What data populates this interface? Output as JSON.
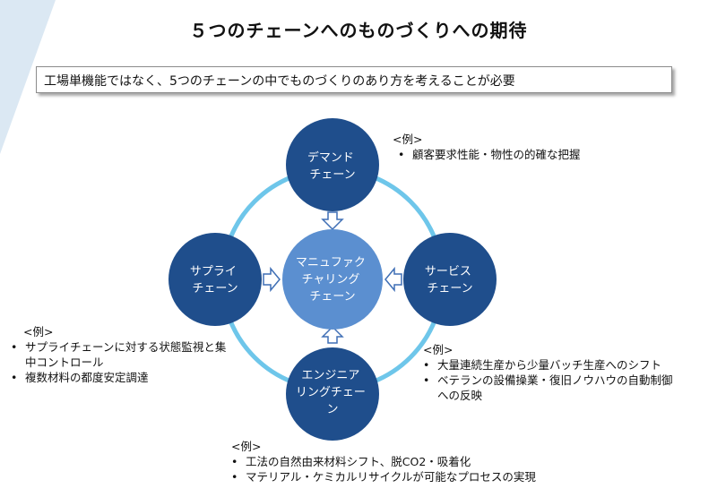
{
  "title": "５つのチェーンへのものづくりへの期待",
  "subtitle": "工場単機能ではなく、5つのチェーンの中でものづくりのあり方を考えることが必要",
  "colors": {
    "ring": "#6ec6ea",
    "outer_circle": "#1f4e8c",
    "center_circle": "#5b8fd0",
    "arrow_outline": "#3f6fb5"
  },
  "nodes": {
    "demand": [
      "デマンド",
      "チェーン"
    ],
    "supply": [
      "サプライ",
      "チェーン"
    ],
    "service": [
      "サービス",
      "チェーン"
    ],
    "engineering": [
      "エンジニア",
      "リングチェー",
      "ン"
    ],
    "manufacturing": [
      "マニュファク",
      "チャリング",
      "チェーン"
    ]
  },
  "examples": {
    "demand": {
      "head": "<例>",
      "items": [
        "顧客要求性能・物性の的確な把握"
      ]
    },
    "supply": {
      "head": "<例>",
      "items": [
        "サプライチェーンに対する状態監視と集中コントロール",
        "複数材料の都度安定調達"
      ]
    },
    "service": {
      "head": "<例>",
      "items": [
        "大量連続生産から少量バッチ生産へのシフト",
        "ベテランの設備操業・復旧ノウハウの自動制御への反映"
      ]
    },
    "engineering": {
      "head": "<例>",
      "items": [
        "工法の自然由来材料シフト、脱CO2・吸着化",
        "マテリアル・ケミカルリサイクルが可能なプロセスの実現"
      ]
    }
  }
}
